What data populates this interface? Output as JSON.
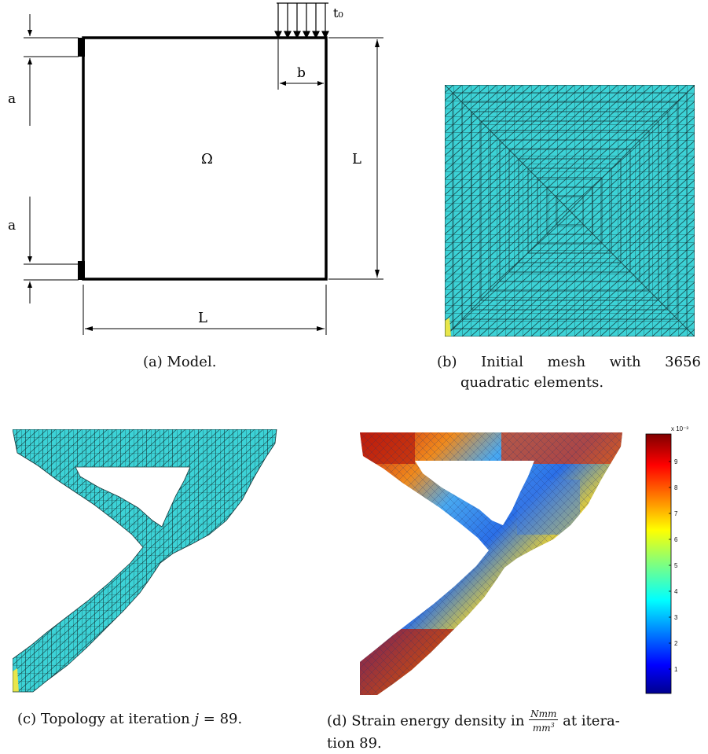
{
  "model": {
    "load_label": "t₀",
    "dim_a_top": "a",
    "dim_a_bottom": "a",
    "dim_b": "b",
    "domain_label": "Ω",
    "dim_L_right": "L",
    "dim_L_bottom": "L"
  },
  "captions": {
    "a": "(a) Model.",
    "b_line1": "(b) Initial mesh with 3656",
    "b_line2": "quadratic elements.",
    "c_prefix": "(c) Topology at iteration ",
    "c_var": "j",
    "c_suffix": " = 89.",
    "d_prefix": "(d) Strain energy density in ",
    "d_num": "Nmm",
    "d_den": "mm",
    "d_den_exp": "3",
    "d_suffix": " at itera-",
    "d_line2": "tion 89."
  },
  "colorbar": {
    "multiplier": "x 10⁻³",
    "ticks": [
      "9",
      "8",
      "7",
      "6",
      "5",
      "4",
      "3",
      "2",
      "1"
    ]
  },
  "colors": {
    "mesh_fill": "#3cd2d6",
    "mesh_line": "#15383a",
    "outline": "#000000"
  }
}
